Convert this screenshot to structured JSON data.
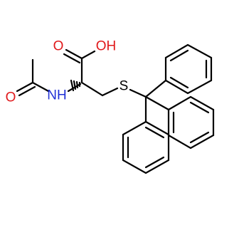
{
  "molecule": {
    "atoms": {
      "o_carboxyl": "O",
      "oh_carboxyl": "OH",
      "o_acetyl": "O",
      "nh": "NH",
      "s": "S"
    }
  },
  "colors": {
    "bond": "#000000",
    "oxygen": "#e0191b",
    "nitrogen": "#1f2fd6",
    "sulfur": "#000000",
    "background": "#ffffff"
  }
}
